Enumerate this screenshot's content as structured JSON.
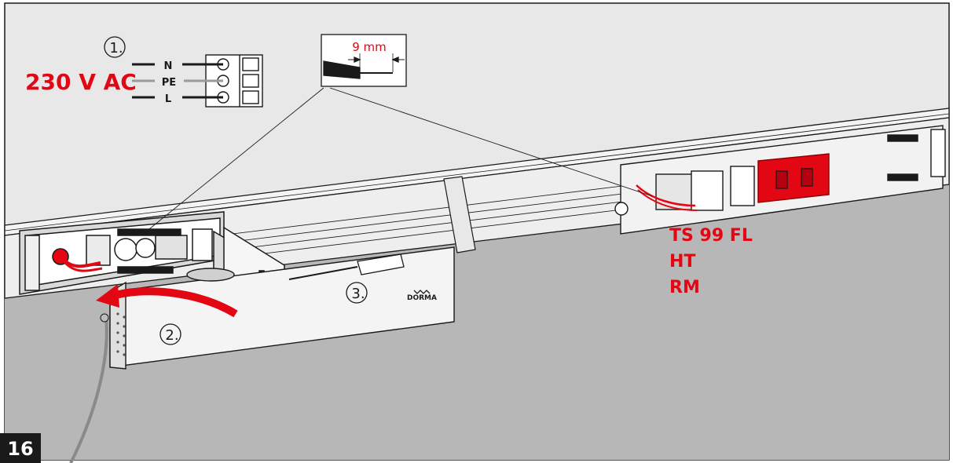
{
  "page_number": "16",
  "voltage_label": "230 V AC",
  "terminals": {
    "n": "N",
    "pe": "PE",
    "l": "L"
  },
  "strip_length_label": "9 mm",
  "steps": {
    "step1": "1.",
    "step2": "2.",
    "step3": "3."
  },
  "models": {
    "line1": "TS 99 FL",
    "line2": "HT",
    "line3": "RM"
  },
  "brand": "DORMA",
  "colors": {
    "accent_red": "#e30613",
    "wall_grey": "#e8e8e8",
    "floor_grey": "#b7b7b7",
    "outline": "#1a1a1a"
  }
}
